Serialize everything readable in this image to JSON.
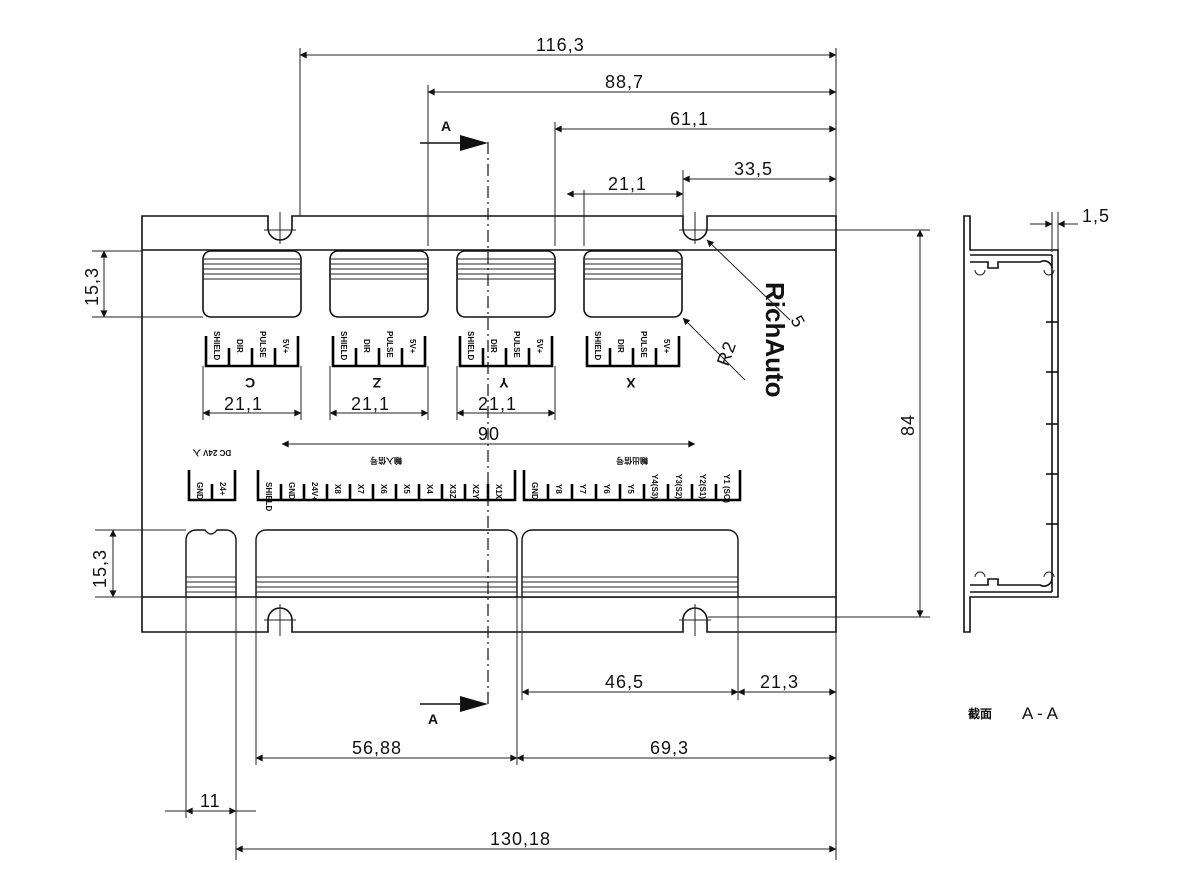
{
  "drawing": {
    "brand": "RichAuto",
    "section_marker": "A",
    "section_caption": "截面",
    "section_name": "A - A",
    "axes": [
      {
        "name": "C",
        "pins": [
          "SHIELD",
          "DIR",
          "PULSE",
          "5V+"
        ]
      },
      {
        "name": "Z",
        "pins": [
          "SHIELD",
          "DIR",
          "PULSE",
          "5V+"
        ]
      },
      {
        "name": "Y",
        "pins": [
          "SHIELD",
          "DIR",
          "PULSE",
          "5V+"
        ]
      },
      {
        "name": "X",
        "pins": [
          "SHIELD",
          "DIR",
          "PULSE",
          "5V+"
        ]
      }
    ],
    "power_label": "DC 24V 入",
    "power_pins": [
      "GND",
      "24+"
    ],
    "input_label": "輸入信号",
    "input_pins": [
      "SHIELD",
      "GND",
      "24V+",
      "X8",
      "X7",
      "X6",
      "X5",
      "X4",
      "X3Z",
      "X2Y",
      "X1X"
    ],
    "output_label": "輸出信号",
    "output_pins": [
      "GND",
      "Y8",
      "Y7",
      "Y6",
      "Y5",
      "Y4(S3)",
      "Y3(S2)",
      "Y2(S1)",
      "Y1 (SO)"
    ],
    "dimensions": {
      "d1163": "116,3",
      "d887": "88,7",
      "d611": "61,1",
      "d335": "33,5",
      "d211_top": "21,1",
      "d153_top": "15,3",
      "d211_c": "21,1",
      "d211_z": "21,1",
      "d211_y": "21,1",
      "d90": "90",
      "d153_bottom": "15,3",
      "d84": "84",
      "d15": "1,5",
      "r5": "5",
      "r2": "R2",
      "d465": "46,5",
      "d213": "21,3",
      "d5688": "56,88",
      "d693": "69,3",
      "d11": "11",
      "d13018": "130,18"
    }
  }
}
